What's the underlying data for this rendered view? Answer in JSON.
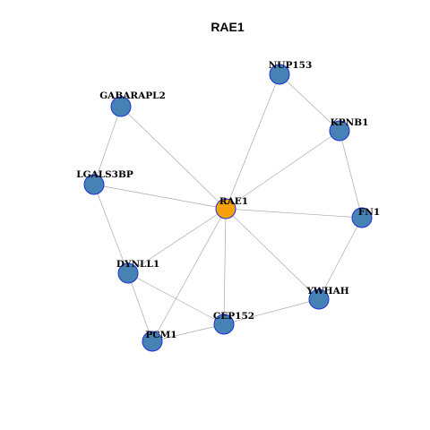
{
  "title": "RAE1",
  "colors": {
    "center_node": "#f7a10c",
    "neighbor_node": "#4682b4",
    "node_border": "#1c2fd6",
    "edge": "#a9a9a9"
  },
  "nodes": [
    {
      "id": "RAE1",
      "label": "RAE1",
      "role": "center"
    },
    {
      "id": "NUP153",
      "label": "NUP153",
      "role": "neighbor"
    },
    {
      "id": "KPNB1",
      "label": "KPNB1",
      "role": "neighbor"
    },
    {
      "id": "GABARAPL2",
      "label": "GABARAPL2",
      "role": "neighbor"
    },
    {
      "id": "LGALS3BP",
      "label": "LGALS3BP",
      "role": "neighbor"
    },
    {
      "id": "FN1",
      "label": "FN1",
      "role": "neighbor"
    },
    {
      "id": "DYNLL1",
      "label": "DYNLL1",
      "role": "neighbor"
    },
    {
      "id": "YWHAH",
      "label": "YWHAH",
      "role": "neighbor"
    },
    {
      "id": "CEP152",
      "label": "CEP152",
      "role": "neighbor"
    },
    {
      "id": "PCM1",
      "label": "PCM1",
      "role": "neighbor"
    }
  ],
  "edges": [
    [
      "RAE1",
      "NUP153"
    ],
    [
      "RAE1",
      "KPNB1"
    ],
    [
      "RAE1",
      "GABARAPL2"
    ],
    [
      "RAE1",
      "LGALS3BP"
    ],
    [
      "RAE1",
      "FN1"
    ],
    [
      "RAE1",
      "DYNLL1"
    ],
    [
      "RAE1",
      "YWHAH"
    ],
    [
      "RAE1",
      "CEP152"
    ],
    [
      "RAE1",
      "PCM1"
    ],
    [
      "NUP153",
      "KPNB1"
    ],
    [
      "KPNB1",
      "FN1"
    ],
    [
      "FN1",
      "YWHAH"
    ],
    [
      "YWHAH",
      "CEP152"
    ],
    [
      "CEP152",
      "PCM1"
    ],
    [
      "CEP152",
      "DYNLL1"
    ],
    [
      "DYNLL1",
      "PCM1"
    ],
    [
      "DYNLL1",
      "LGALS3BP"
    ],
    [
      "LGALS3BP",
      "GABARAPL2"
    ]
  ]
}
